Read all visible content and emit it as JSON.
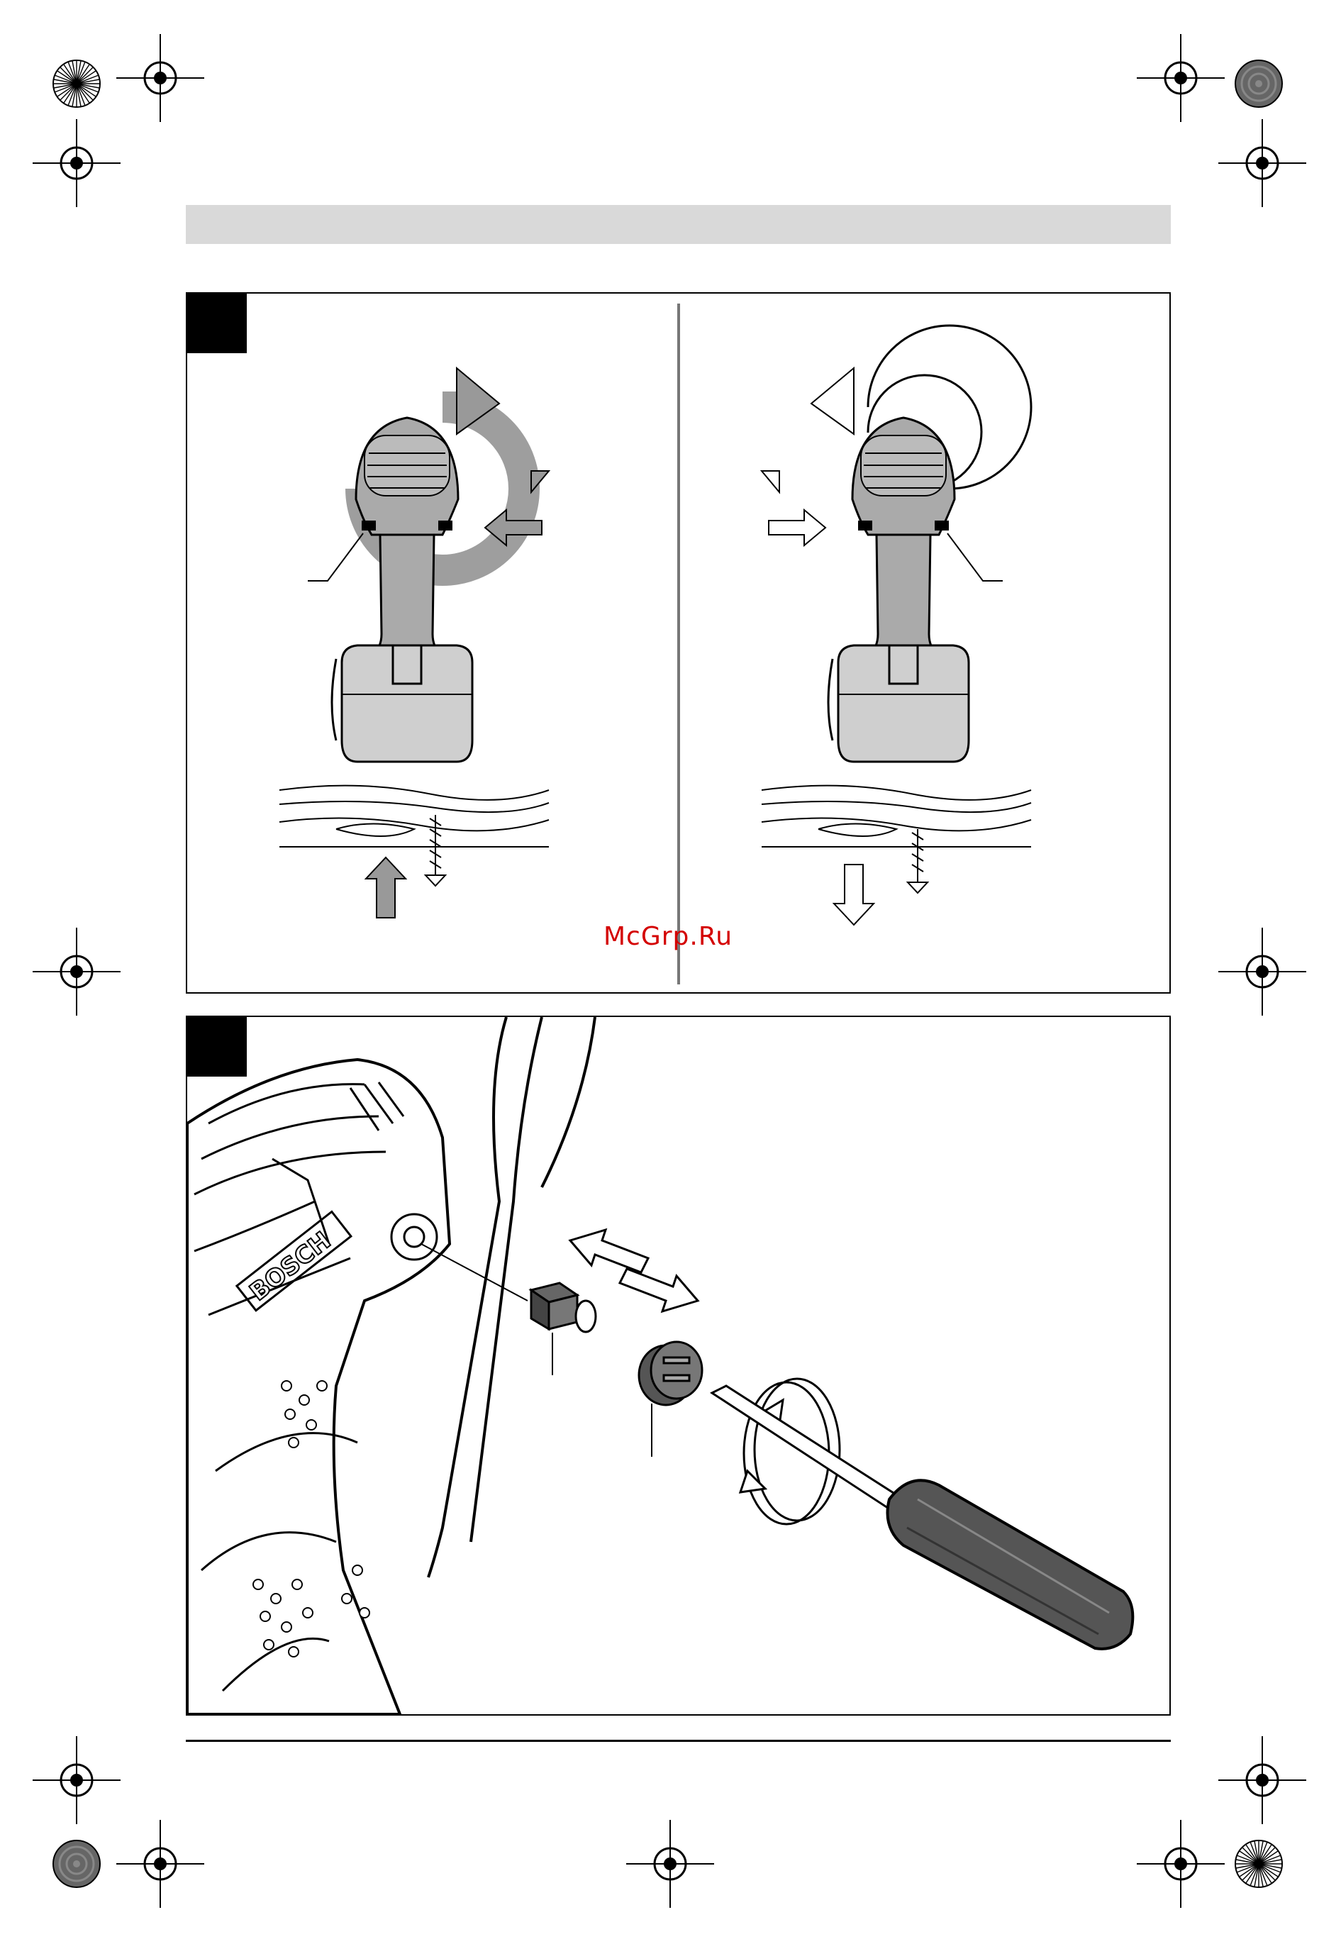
{
  "watermark": {
    "text": "McGrp.Ru",
    "color": "#d40000"
  },
  "figures": [
    {
      "id": "figure-rotation-direction",
      "label": ""
    },
    {
      "id": "figure-brush-replacement",
      "label": ""
    }
  ],
  "colors": {
    "header_bar": "#d9d9d9",
    "tool_fill": "#aaaaaa",
    "arrow_fill": "#999999",
    "battery_fill": "#cfcfcf"
  },
  "icons": [
    "registration-mark-icon",
    "color-wheel-icon",
    "grey-target-icon",
    "screwdriver-icon",
    "arrow-icon",
    "screw-icon"
  ]
}
